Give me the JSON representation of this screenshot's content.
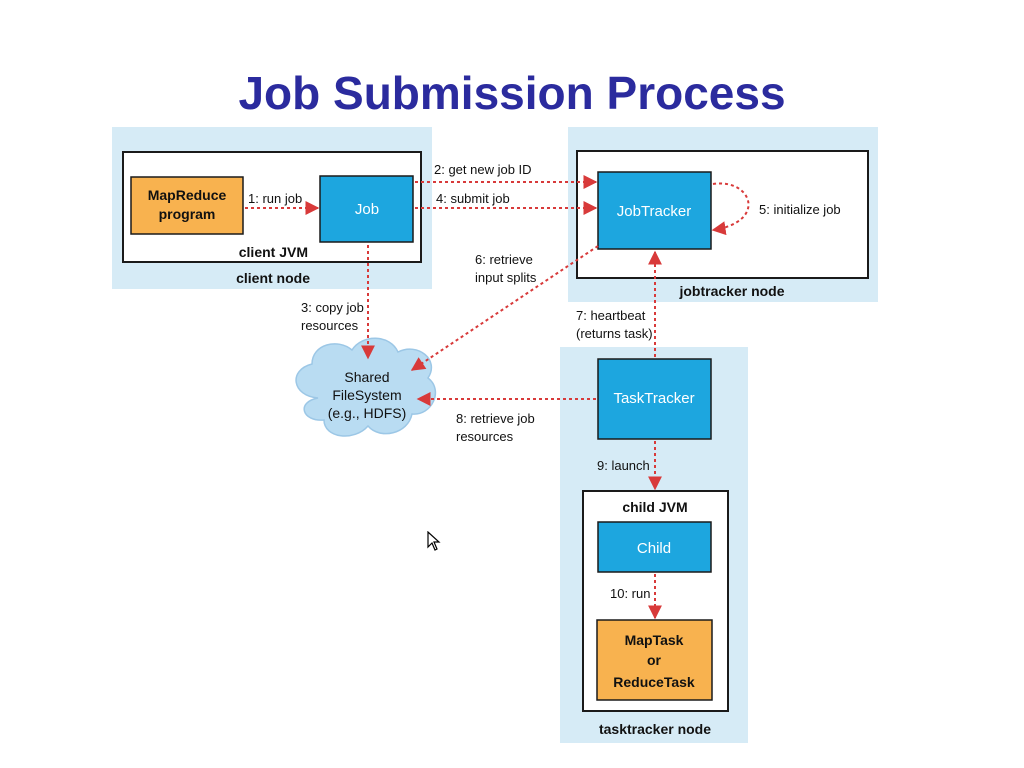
{
  "title": "Job Submission Process",
  "colors": {
    "title": "#2b2b9e",
    "node_bg": "#d6ebf6",
    "process_box": "#1da6df",
    "program_box": "#f8b24f",
    "arrow": "#d83a3a"
  },
  "nodes": {
    "client": {
      "label": "client node",
      "jvm_label": "client JVM",
      "program_line1": "MapReduce",
      "program_line2": "program",
      "job": "Job"
    },
    "jobtracker": {
      "label": "jobtracker node",
      "jobtracker": "JobTracker"
    },
    "tasktracker": {
      "label": "tasktracker node",
      "tasktracker": "TaskTracker",
      "child_jvm_label": "child JVM",
      "child": "Child",
      "task_line1": "MapTask",
      "task_line2": "or",
      "task_line3": "ReduceTask"
    },
    "filesystem": {
      "line1": "Shared",
      "line2": "FileSystem",
      "line3": "(e.g., HDFS)"
    }
  },
  "steps": {
    "s1": "1: run job",
    "s2": "2: get new job ID",
    "s3_line1": "3: copy job",
    "s3_line2": "resources",
    "s4": "4: submit job",
    "s5": "5: initialize job",
    "s6_line1": "6: retrieve",
    "s6_line2": "input splits",
    "s7_line1": "7: heartbeat",
    "s7_line2": "(returns task)",
    "s8_line1": "8: retrieve job",
    "s8_line2": "resources",
    "s9": "9: launch",
    "s10": "10: run"
  }
}
